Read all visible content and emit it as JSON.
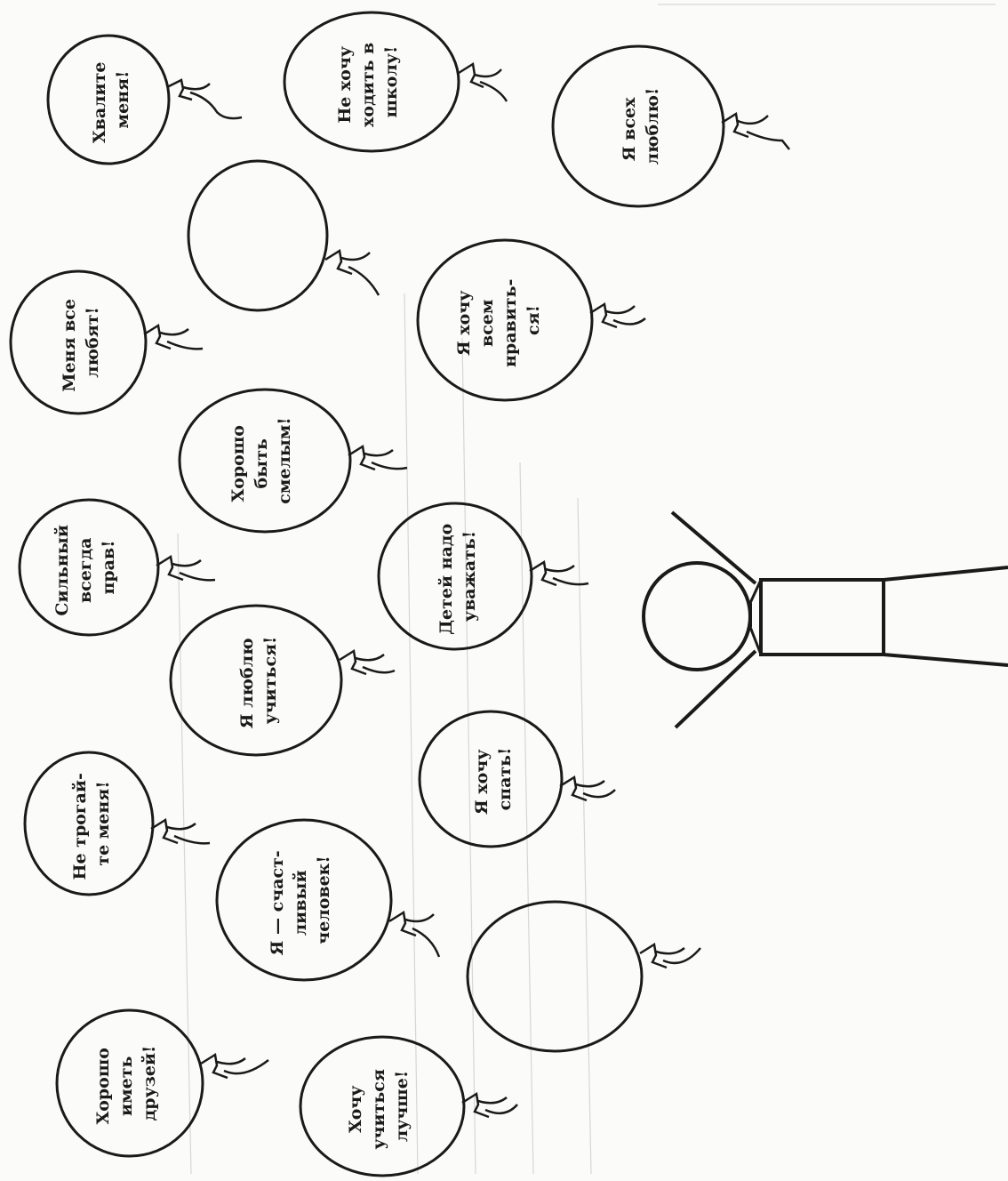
{
  "balloons": [
    {
      "id": "khvalite-menya",
      "lines": [
        "Хвалите",
        "меня!"
      ]
    },
    {
      "id": "ne-khochu-v-shkolu",
      "lines": [
        "Не хочу",
        "ходить в",
        "школу!"
      ]
    },
    {
      "id": "ya-vsekh-lyublyu",
      "lines": [
        "Я всех",
        "люблю!"
      ]
    },
    {
      "id": "blank-top",
      "lines": []
    },
    {
      "id": "menya-vse-lyubyat",
      "lines": [
        "Меня все",
        "любят!"
      ]
    },
    {
      "id": "ya-khochu-vsem-nravitsya",
      "lines": [
        "Я хочу",
        "всем",
        "нравить-",
        "ся!"
      ]
    },
    {
      "id": "khorosho-byt-smelym",
      "lines": [
        "Хорошо",
        "быть",
        "смелым!"
      ]
    },
    {
      "id": "silnyy-vsegda-prav",
      "lines": [
        "Сильный",
        "всегда",
        "прав!"
      ]
    },
    {
      "id": "detey-nado-uvazhat",
      "lines": [
        "Детей надо",
        "уважать!"
      ]
    },
    {
      "id": "ya-lyublyu-uchitsya",
      "lines": [
        "Я люблю",
        "учиться!"
      ]
    },
    {
      "id": "ne-trogayte-menya",
      "lines": [
        "Не трогай-",
        "те меня!"
      ]
    },
    {
      "id": "ya-khochu-spat",
      "lines": [
        "Я хочу",
        "спать!"
      ]
    },
    {
      "id": "ya-schastlivyy-chelovek",
      "lines": [
        "Я — счаст-",
        "ливый",
        "человек!"
      ]
    },
    {
      "id": "blank-bottom",
      "lines": []
    },
    {
      "id": "khorosho-imet-druzey",
      "lines": [
        "Хорошо",
        "иметь",
        "друзей!"
      ]
    },
    {
      "id": "khochu-uchitsya-luchshe",
      "lines": [
        "Хочу",
        "учиться",
        "лучше!"
      ]
    }
  ],
  "colors": {
    "ink": "#1a1a1a",
    "paper": "#fbfbfa",
    "bleed": "#c9c9c9"
  }
}
